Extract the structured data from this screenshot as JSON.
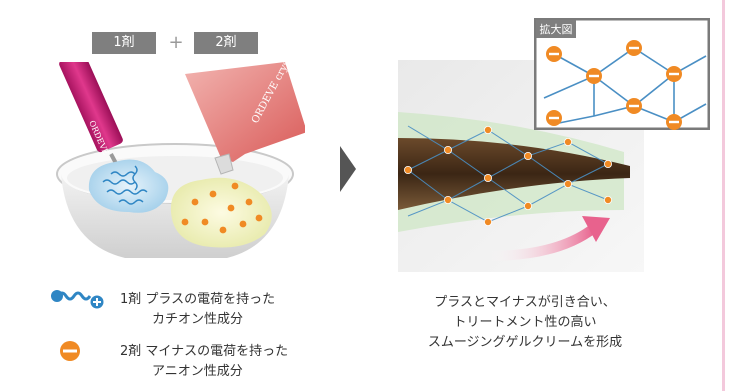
{
  "mixing": {
    "agent1_tag": "1剤",
    "plus_sign": "+",
    "agent2_tag": "2剤",
    "agent1_bottle_text": "ORDEVE",
    "agent2_bottle_text": "ORDEVE crystal"
  },
  "zoom": {
    "label": "拡大図"
  },
  "legend": {
    "items": [
      {
        "icon": "cation-chain-icon",
        "agent": "1剤",
        "line1": "プラスの電荷を持った",
        "line2": "カチオン性成分"
      },
      {
        "icon": "anion-minus-icon",
        "agent": "2剤",
        "line1": "マイナスの電荷を持った",
        "line2": "アニオン性成分"
      }
    ]
  },
  "caption": {
    "lines": [
      "プラスとマイナスが引き合い、",
      "トリートメント性の高い",
      "スムージングゲルクリームを形成"
    ]
  },
  "colors": {
    "tag_gray": "#7f7f7f",
    "cation_blue": "#2f86c4",
    "anion_orange": "#f08a24",
    "gel_green": "#cfe7c6",
    "arrow_pink": "#e8628d"
  }
}
